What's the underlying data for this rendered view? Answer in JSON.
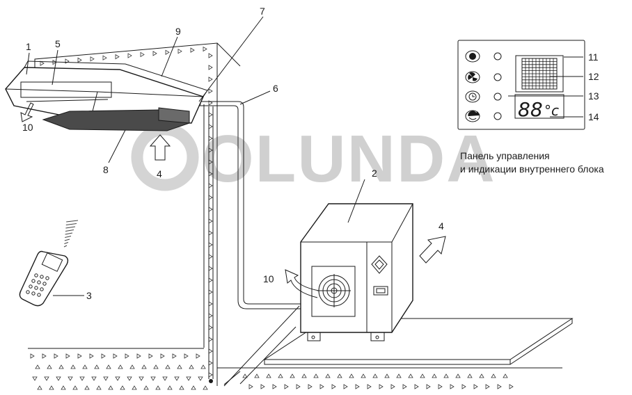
{
  "watermark": "OLUNDA",
  "panel_caption": {
    "line1": "Панель управления",
    "line2": "и индикации внутреннего блока"
  },
  "panel_display": {
    "reading": "88",
    "unit": "°c"
  },
  "callouts": {
    "c1": "1",
    "c2": "2",
    "c3": "3",
    "c4a": "4",
    "c4b": "4",
    "c5": "5",
    "c6": "6",
    "c7": "7",
    "c8": "8",
    "c9": "9",
    "c10a": "10",
    "c10b": "10",
    "c11": "11",
    "c12": "12",
    "c13": "13",
    "c14": "14"
  },
  "icons": {
    "panel_row1": "operation-mode-icon",
    "panel_row2": "fan-icon",
    "panel_row3": "timer-icon",
    "panel_row4": "swing-icon"
  }
}
